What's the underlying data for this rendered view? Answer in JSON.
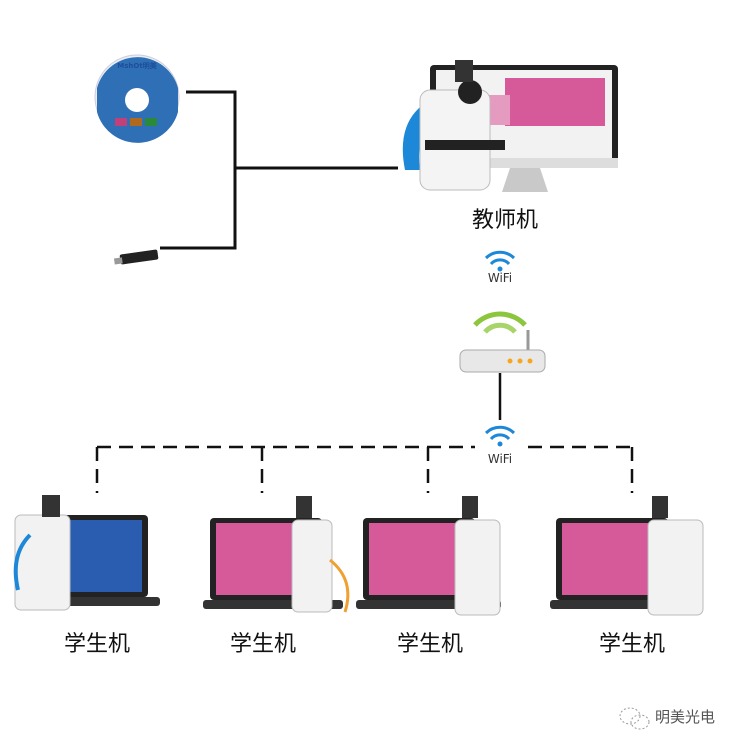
{
  "teacher": {
    "label": "教师机"
  },
  "students": [
    {
      "label": "学生机"
    },
    {
      "label": "学生机"
    },
    {
      "label": "学生机"
    },
    {
      "label": "学生机"
    }
  ],
  "wifi": {
    "top_label": "WiFi",
    "bottom_label": "WiFi"
  },
  "cd": {
    "brand": "MshOt明美"
  },
  "watermark": "明美光电",
  "colors": {
    "line": "#111111",
    "wifi": "#1e88d8",
    "router_glow": "#8cc63f",
    "slide": "#d65a9a",
    "screen_blue": "#2a5db0"
  }
}
